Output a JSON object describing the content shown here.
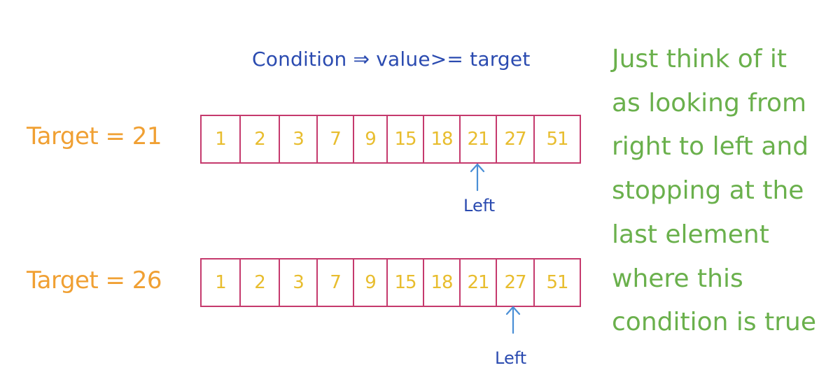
{
  "condition_text": "Condition ⇒ value>= target",
  "rows": [
    {
      "target_label": "Target = 21",
      "values": [
        "1",
        "2",
        "3",
        "7",
        "9",
        "15",
        "18",
        "21",
        "27",
        "51"
      ],
      "pointer_label": "Left",
      "pointer_index": 7
    },
    {
      "target_label": "Target = 26",
      "values": [
        "1",
        "2",
        "3",
        "7",
        "9",
        "15",
        "18",
        "21",
        "27",
        "51"
      ],
      "pointer_label": "Left",
      "pointer_index": 8
    }
  ],
  "note_lines": [
    "Just think of it",
    "as looking from",
    "right to left and",
    "stopping at the",
    "last element",
    "where this",
    "condition is true"
  ],
  "colors": {
    "condition": "#2b4bb0",
    "target": "#f0a033",
    "cell_border": "#c53a6d",
    "cell_value": "#e8bd2e",
    "pointer": "#4a8fd6",
    "pointer_label": "#2b4bb0",
    "note": "#6ab04c"
  }
}
